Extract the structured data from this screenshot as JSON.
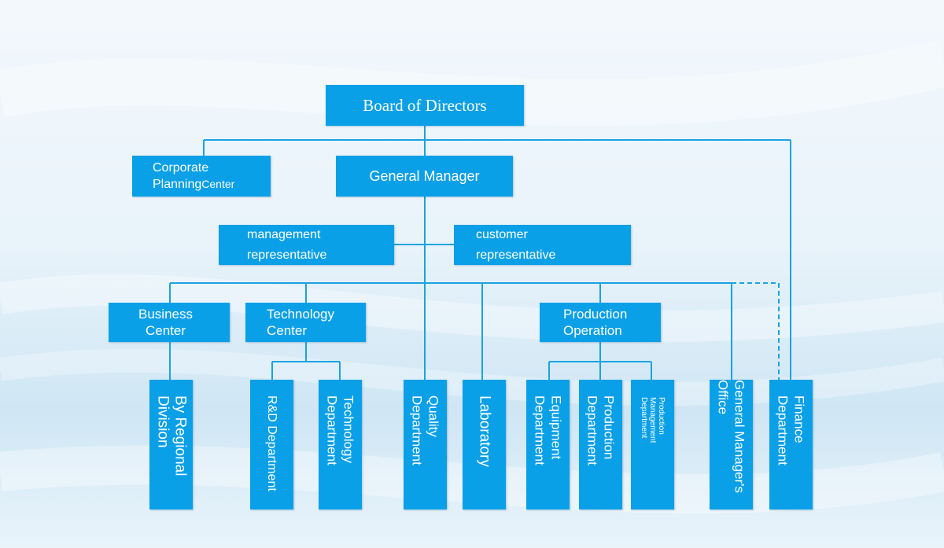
{
  "diagram": {
    "board": "Board of Directors",
    "corporate_planning_line1": "Corporate",
    "corporate_planning_line2a": "Planning",
    "corporate_planning_line2b": "Center",
    "general_manager": "General Manager",
    "management_rep_line1": "management",
    "management_rep_line2": "representative",
    "customer_rep_line1": "customer",
    "customer_rep_line2": "representative",
    "business_center_line1": "Business",
    "business_center_line2": "Center",
    "technology_center_line1": "Technology",
    "technology_center_line2": "Center",
    "production_operation_line1": "Production",
    "production_operation_line2": "Operation",
    "regional_division_line1": "By Regional",
    "regional_division_line2": "Division",
    "rd_department": "R&D Department",
    "technology_department_line1": "Technology",
    "technology_department_line2": "Department",
    "quality_department_line1": "Quality",
    "quality_department_line2": "Department",
    "laboratory": "Laboratory",
    "equipment_department_line1": "Equipment",
    "equipment_department_line2": "Department",
    "production_department_line1": "Production",
    "production_department_line2": "Department",
    "production_mgmt_line1": "Production",
    "production_mgmt_line2": "Management",
    "production_mgmt_line3": "Department",
    "gm_office_line1": "General Manager's",
    "gm_office_line2": "Office",
    "finance_department_line1": "Finance",
    "finance_department_line2": "Department"
  },
  "colors": {
    "box": "#0aa0e8",
    "line": "#1aa3e0"
  }
}
